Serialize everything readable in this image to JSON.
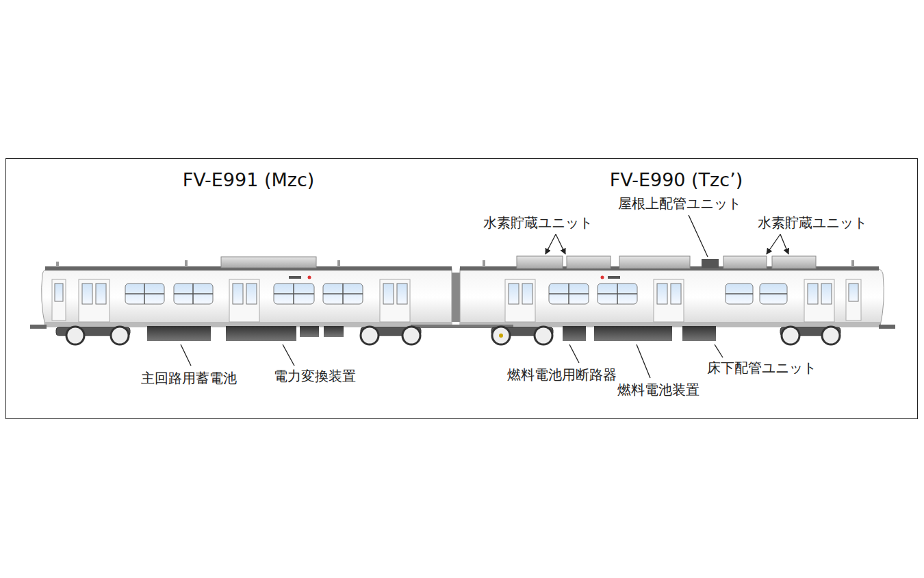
{
  "diagram": {
    "nodes": [
      {
        "text": [
          "FV-E991 (Mzc)",
          "FV-E990 (Tzc’)"
        ]
      }
    ],
    "labels": [
      "水素貯蔵ユニット",
      "屋根上配管ユニット",
      "水素貯蔵ユニット",
      "主回路用蓄電池",
      "電力変換装置",
      "燃料電池用断路器",
      "燃料電池装置",
      "床下配管ユニット"
    ]
  }
}
